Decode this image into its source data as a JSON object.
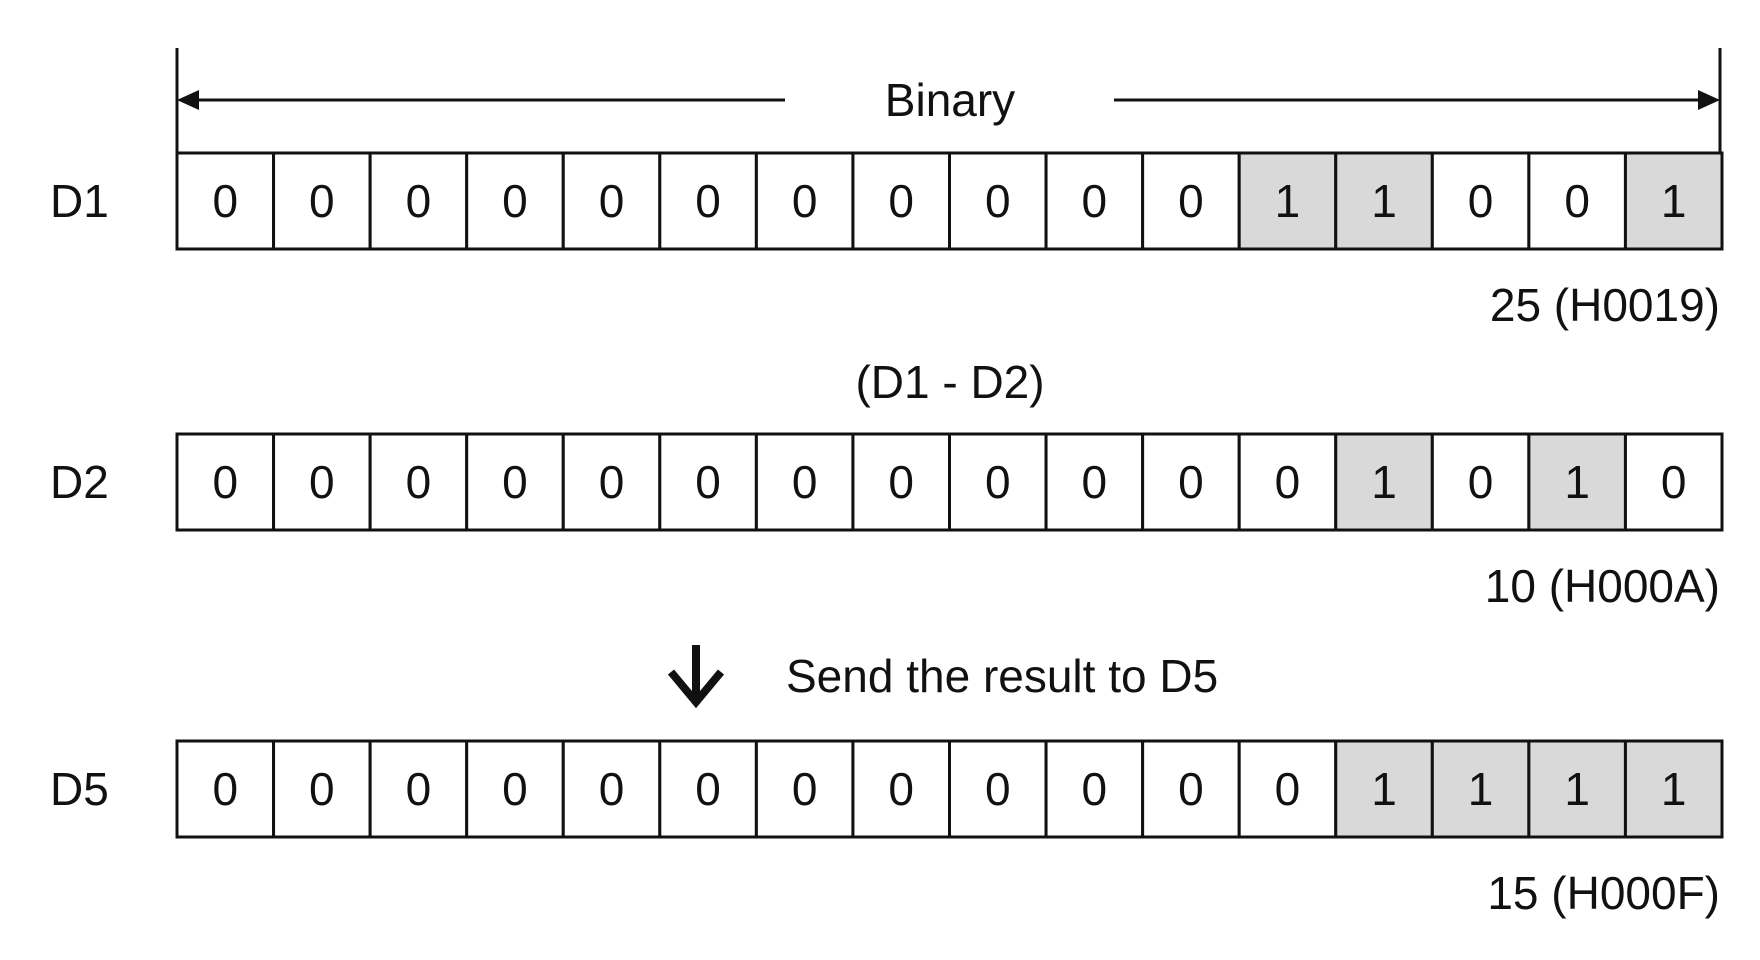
{
  "header": {
    "label": "Binary"
  },
  "operation": "(D1 - D2)",
  "send_note": "Send the result to D5",
  "shade_color": "#d9d9d9",
  "line_color": "#111111",
  "registers": [
    {
      "name": "D1",
      "bits": [
        0,
        0,
        0,
        0,
        0,
        0,
        0,
        0,
        0,
        0,
        0,
        1,
        1,
        0,
        0,
        1
      ],
      "value_label": "25 (H0019)"
    },
    {
      "name": "D2",
      "bits": [
        0,
        0,
        0,
        0,
        0,
        0,
        0,
        0,
        0,
        0,
        0,
        0,
        1,
        0,
        1,
        0
      ],
      "value_label": "10 (H000A)"
    },
    {
      "name": "D5",
      "bits": [
        0,
        0,
        0,
        0,
        0,
        0,
        0,
        0,
        0,
        0,
        0,
        0,
        1,
        1,
        1,
        1
      ],
      "value_label": "15 (H000F)"
    }
  ]
}
